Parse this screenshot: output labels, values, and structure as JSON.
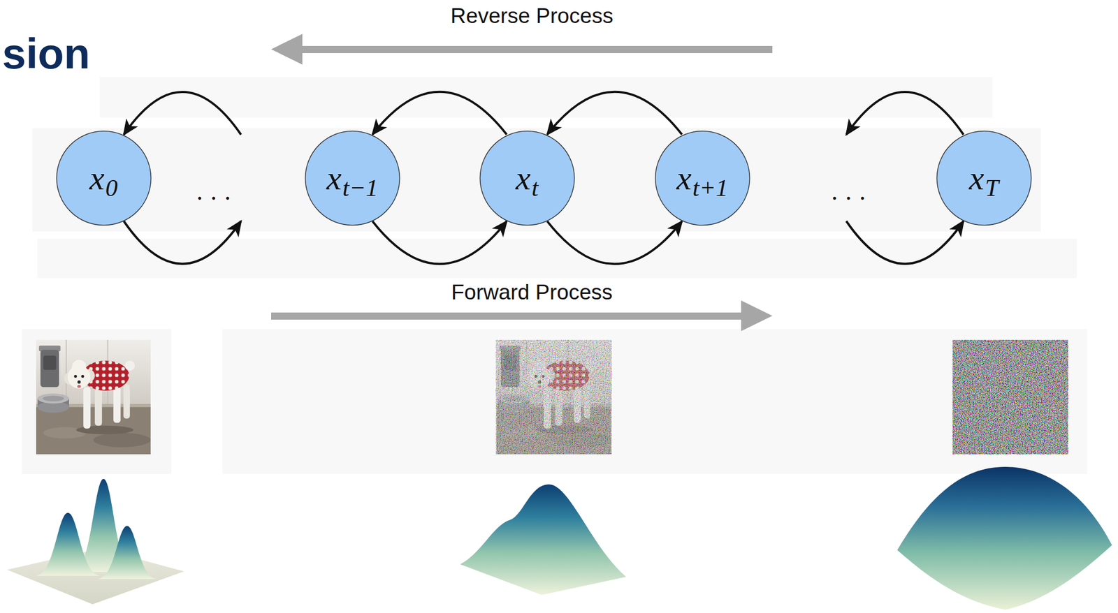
{
  "diagram": {
    "title": "sion",
    "nodes": [
      {
        "text": [
          "x0"
        ]
      },
      {
        "text": [
          "xt−1"
        ]
      },
      {
        "text": [
          "xt"
        ]
      },
      {
        "text": [
          "xt+1"
        ]
      },
      {
        "text": [
          "xT"
        ]
      }
    ],
    "edges": [
      {
        "from": 2,
        "to": 1,
        "arrow": "to"
      },
      {
        "from": 3,
        "to": 2,
        "arrow": "to"
      },
      {
        "from": 1,
        "to": 2,
        "arrow": "to"
      },
      {
        "from": 2,
        "to": 3,
        "arrow": "to"
      }
    ],
    "labels": [
      "Reverse Process",
      "...",
      "...",
      "Forward Process"
    ]
  }
}
